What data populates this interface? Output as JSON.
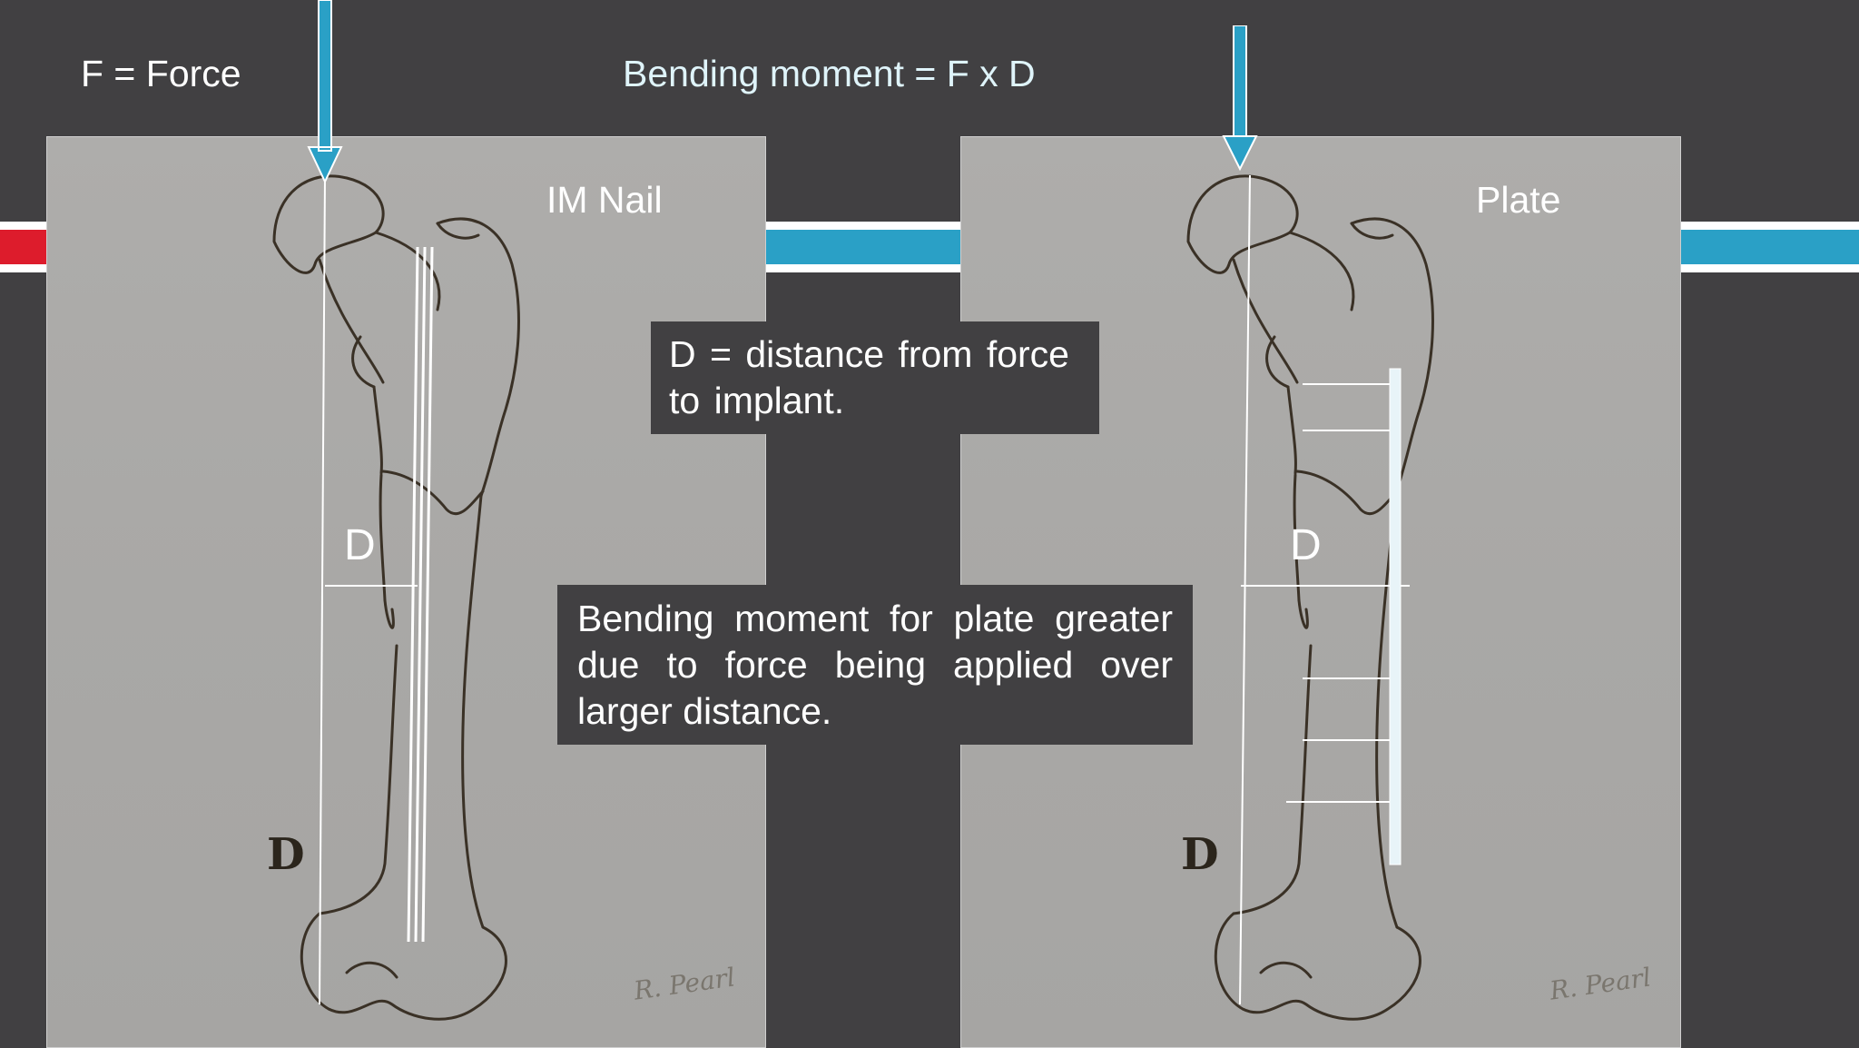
{
  "header": {
    "force_def": "F = Force",
    "equation": "Bending moment = F x D"
  },
  "panels": {
    "left": {
      "title": "IM Nail",
      "d_label": "D",
      "d_mark": "D",
      "signature": "R. Pearl"
    },
    "right": {
      "title": "Plate",
      "d_label": "D",
      "d_mark": "D",
      "signature": "R. Pearl"
    }
  },
  "callouts": {
    "distance": "D = distance from force to implant.",
    "conclusion": "Bending moment for plate greater due to force being applied over larger distance."
  },
  "colors": {
    "background": "#414042",
    "arrow": "#2aa0c6",
    "accent_red": "#dd1c2c",
    "accent_blue": "#2aa0c6"
  },
  "icons": {
    "force_arrow": "down-arrow-icon"
  }
}
